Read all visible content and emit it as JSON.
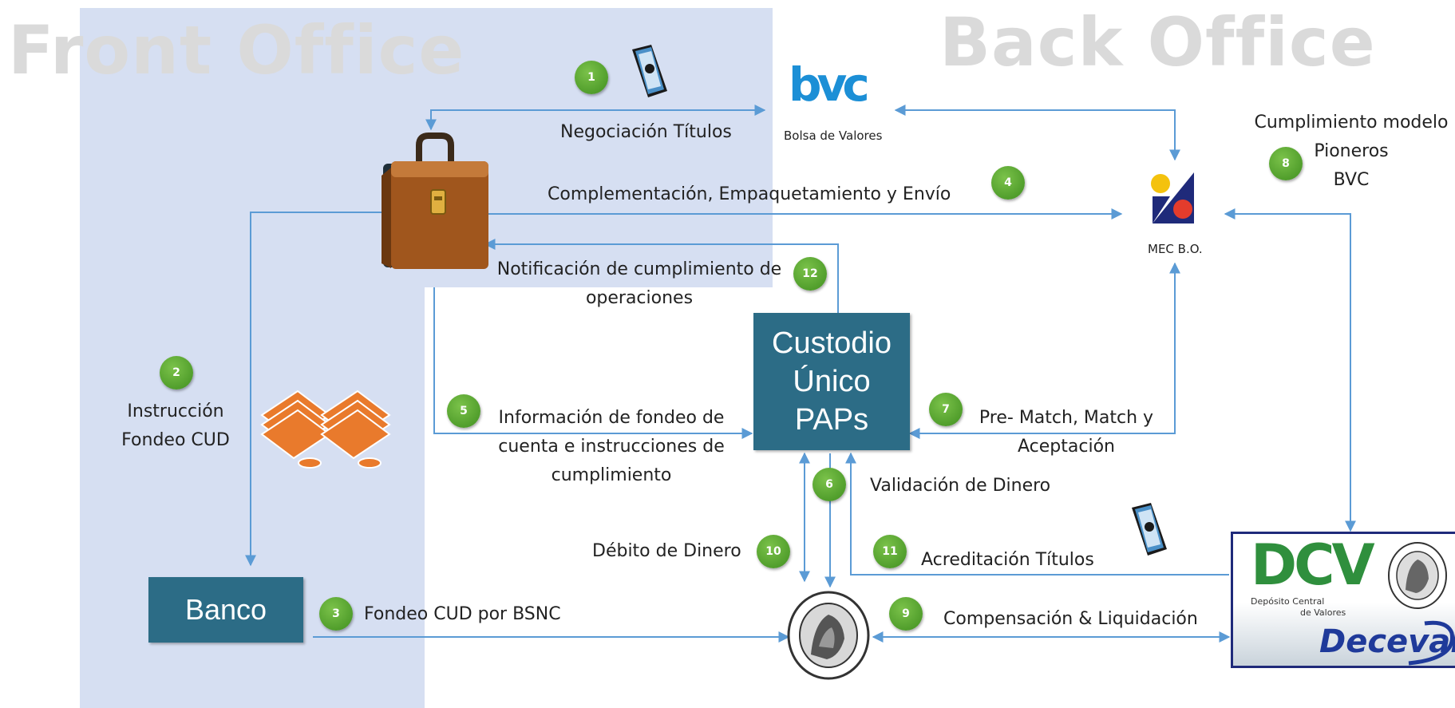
{
  "titles": {
    "front": "Front Office",
    "back": "Back Office"
  },
  "nodes": {
    "bvc": {
      "logo_text": "bvc",
      "caption": "Bolsa de Valores"
    },
    "mec": {
      "caption": "MEC B.O."
    },
    "custodio": {
      "line1": "Custodio",
      "line2": "Único",
      "line3": "PAPs"
    },
    "banco": {
      "label": "Banco"
    },
    "dcv": {
      "logo_text": "DCV",
      "caption1": "Depósito Central",
      "caption2": "de Valores",
      "deceval": "Deceval"
    }
  },
  "steps": [
    "1",
    "2",
    "3",
    "4",
    "5",
    "6",
    "7",
    "8",
    "9",
    "10",
    "11",
    "12"
  ],
  "labels": {
    "s1": "Negociación Títulos",
    "s2_l1": "Instrucción",
    "s2_l2": "Fondeo CUD",
    "s3": "Fondeo CUD por BSNC",
    "s4": "Complementación, Empaquetamiento y Envío",
    "s5_l1": "Información de fondeo de",
    "s5_l2": "cuenta e instrucciones de",
    "s5_l3": "cumplimiento",
    "s6": "Validación de Dinero",
    "s7_l1": "Pre- Match, Match y",
    "s7_l2": "Aceptación",
    "s8_l1": "Cumplimiento modelo",
    "s8_l2": "Pioneros",
    "s8_l3": "BVC",
    "s9": "Compensación & Liquidación",
    "s10": "Débito de  Dinero",
    "s11": "Acreditación Títulos",
    "s12_l1": "Notificación de cumplimiento de",
    "s12_l2": "operaciones"
  },
  "colors": {
    "front_panel": "#d6dff2",
    "arrow": "#5b9bd5",
    "step_green": "#4c9a2a",
    "box_teal": "#2c6c86",
    "title_gray": "#dadada"
  }
}
